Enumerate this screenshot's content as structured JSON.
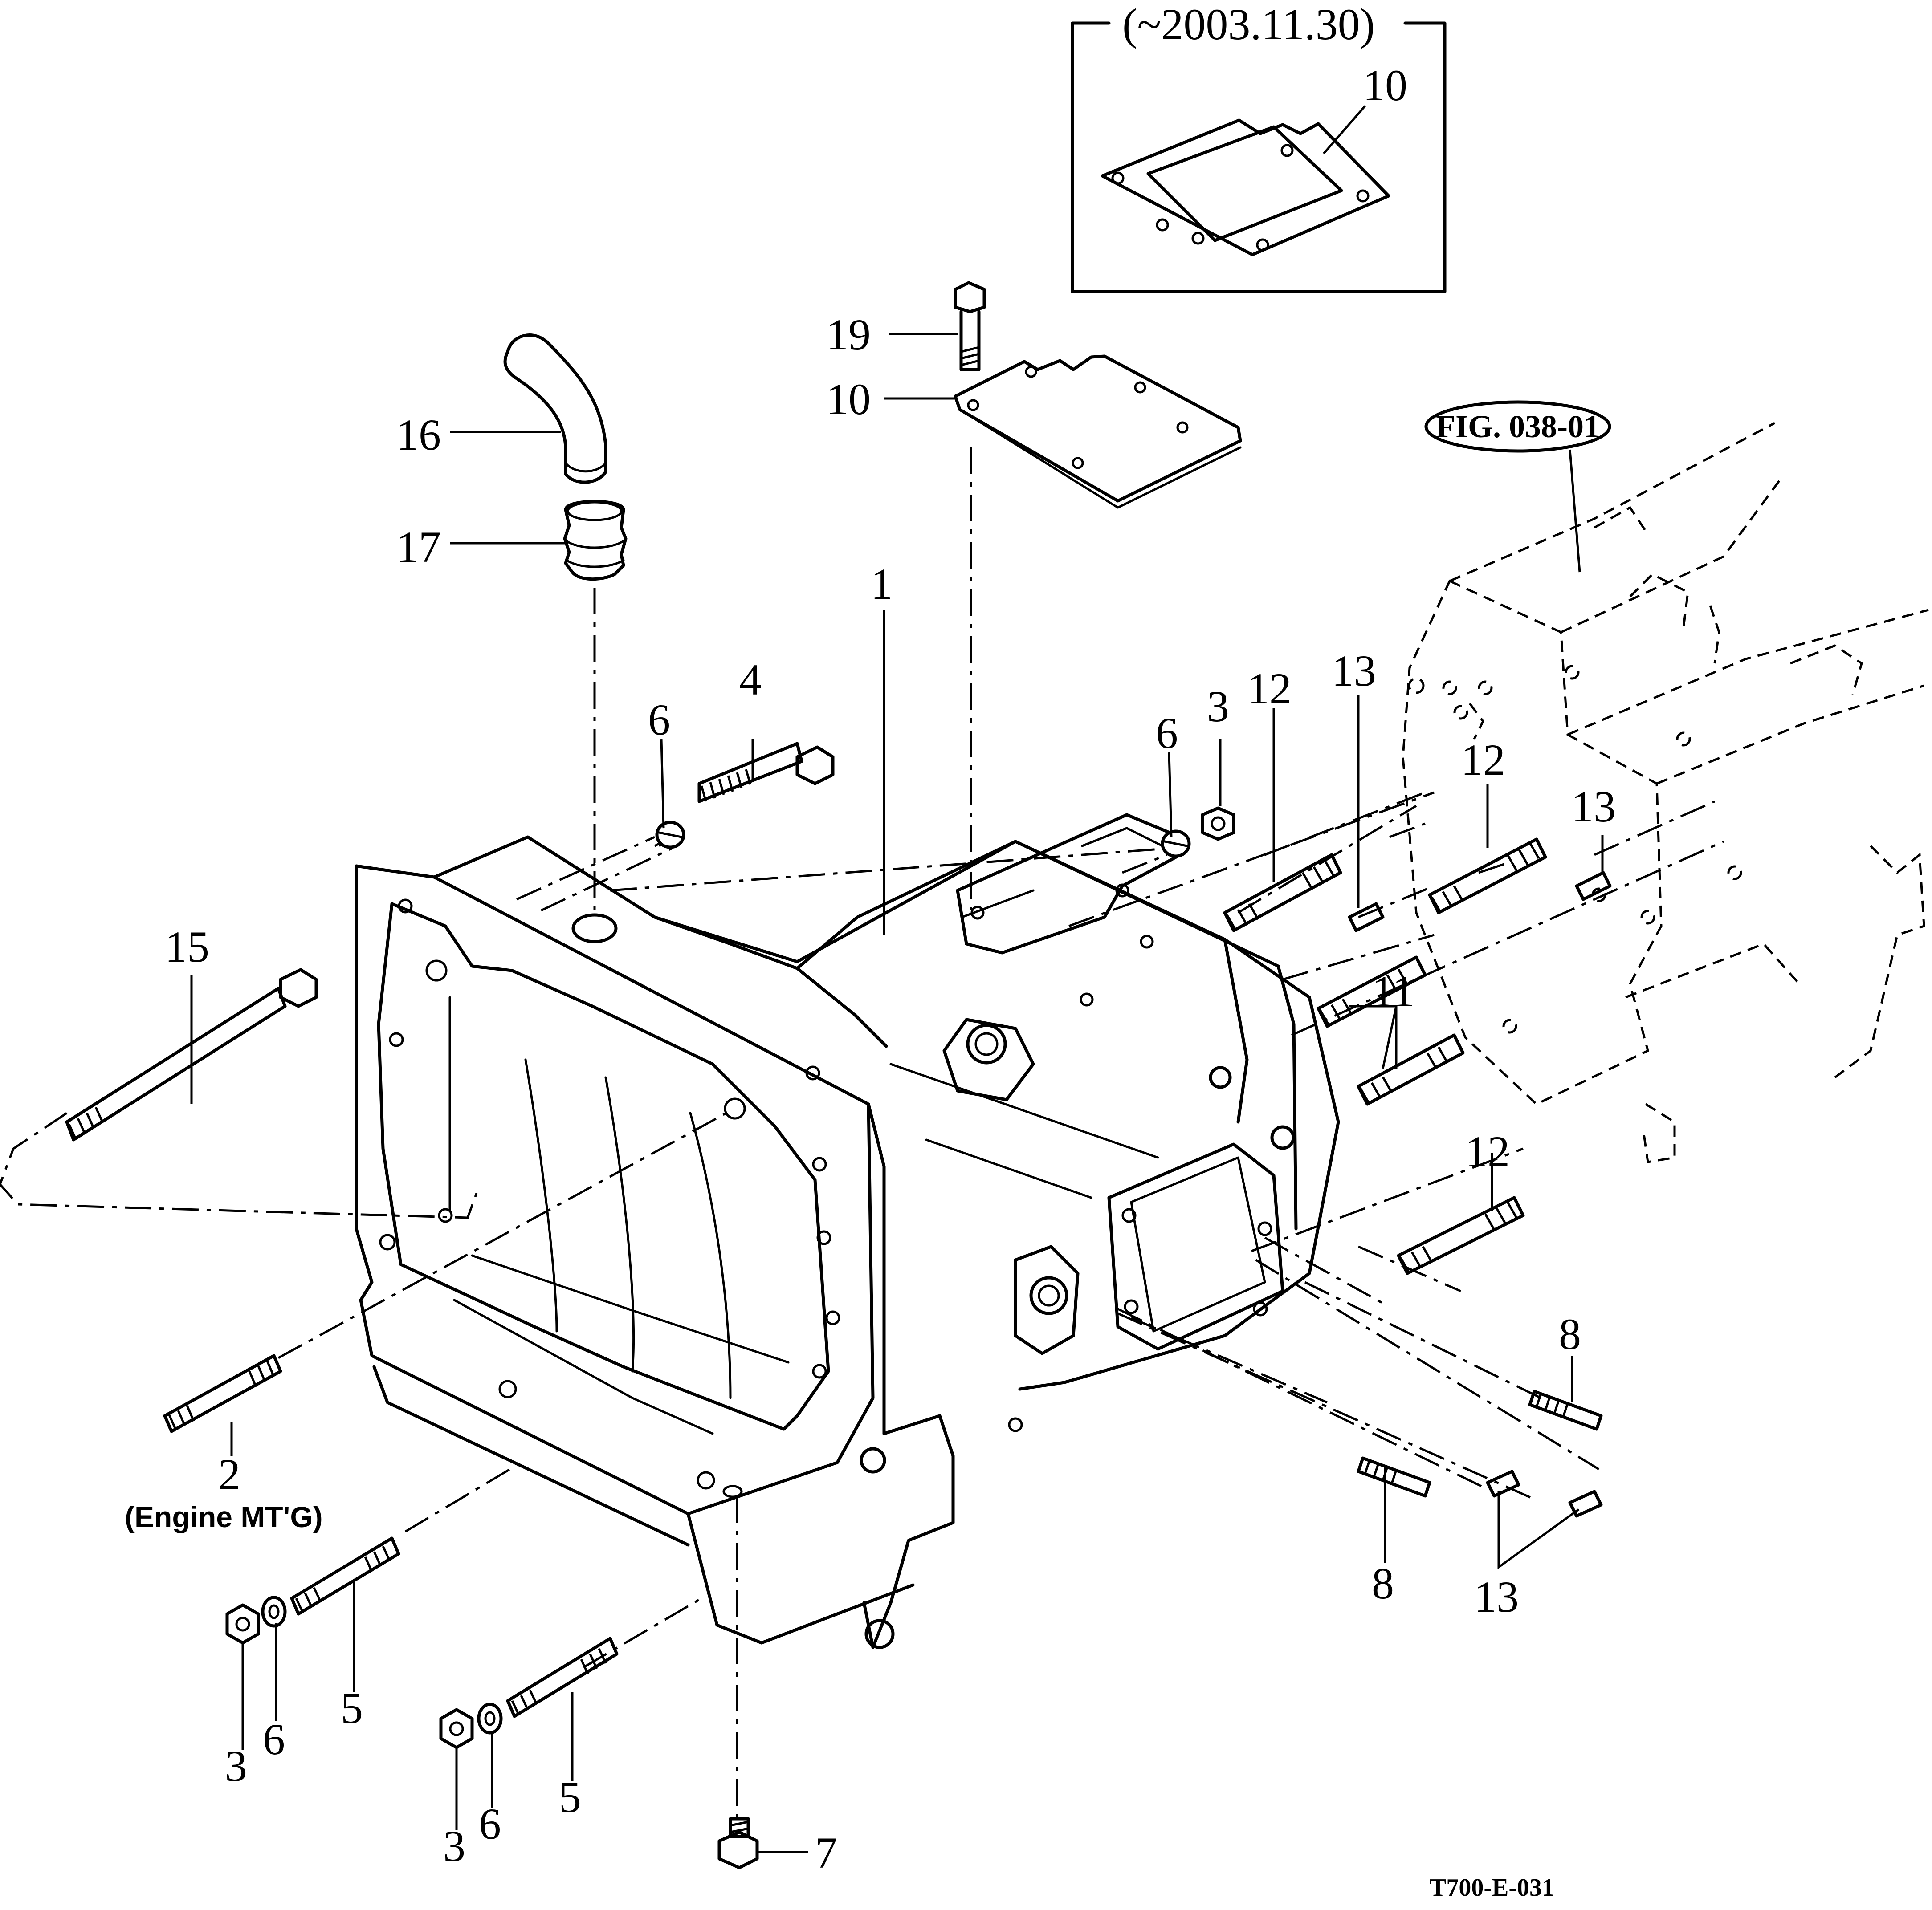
{
  "inset": {
    "date_label": "(~2003.11.30)",
    "part_number": "10"
  },
  "reference": {
    "label": "FIG. 038-01"
  },
  "callouts": {
    "p1": "1",
    "p2": "2",
    "p3a": "3",
    "p3b": "3",
    "p3c": "3",
    "p4": "4",
    "p5a": "5",
    "p5b": "5",
    "p6a": "6",
    "p6b": "6",
    "p6c": "6",
    "p6d": "6",
    "p7": "7",
    "p8a": "8",
    "p8b": "8",
    "p10": "10",
    "p11": "11",
    "p12a": "12",
    "p12b": "12",
    "p12c": "12",
    "p13a": "13",
    "p13b": "13",
    "p13c": "13",
    "p15": "15",
    "p16": "16",
    "p17": "17",
    "p19": "19"
  },
  "note": {
    "engine_mtg": "(Engine MT'G)"
  },
  "drawing_code": "T700-E-031"
}
